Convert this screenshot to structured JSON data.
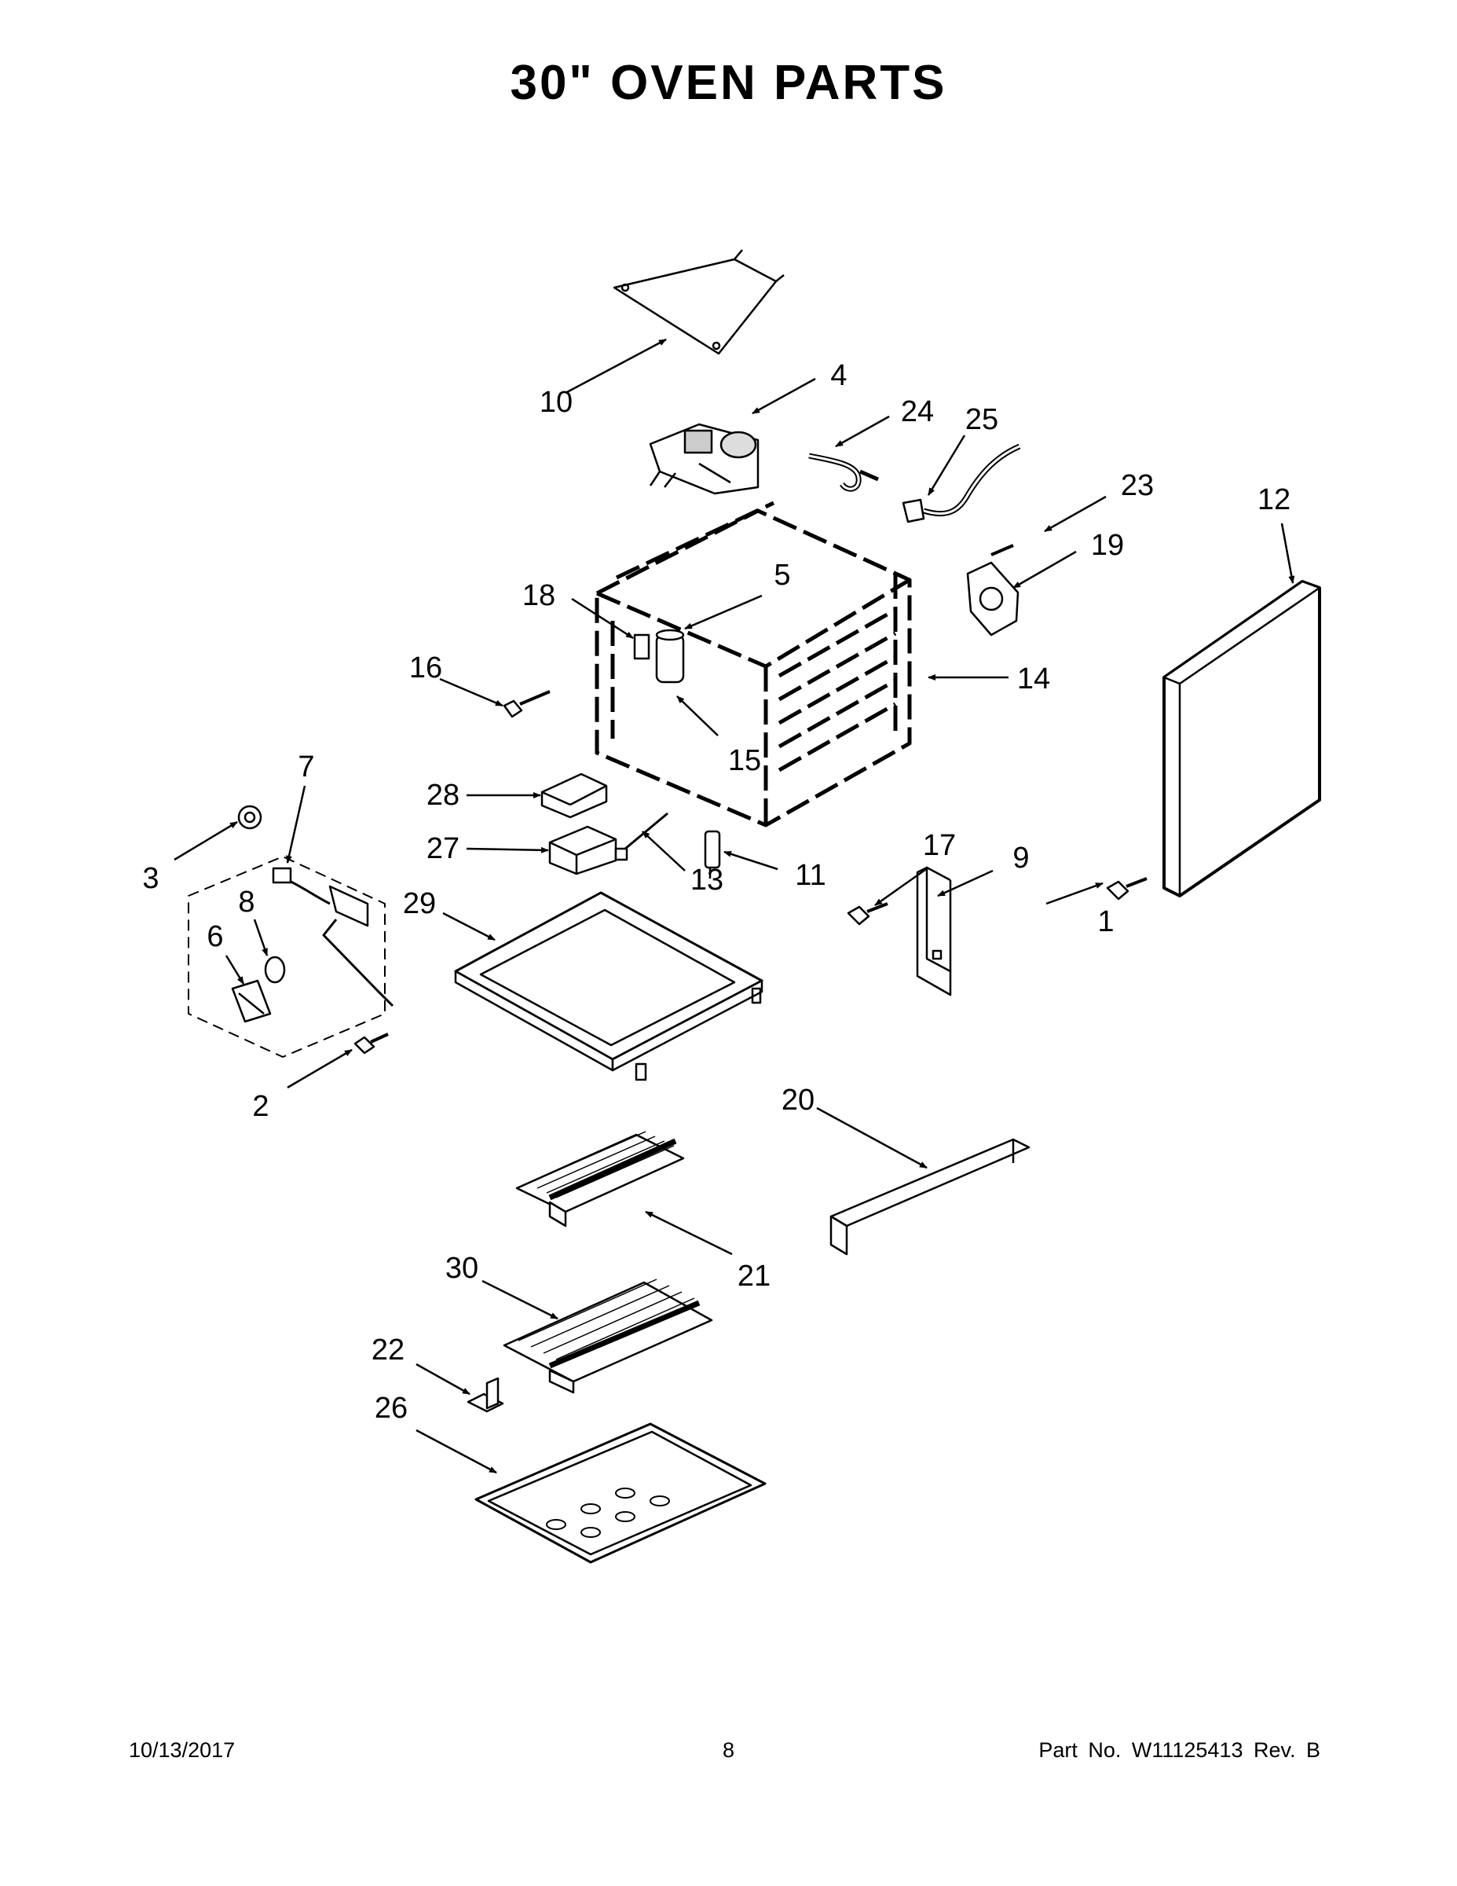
{
  "page": {
    "title": "30\" OVEN PARTS"
  },
  "callouts": [
    {
      "id": "c1",
      "label": "1"
    },
    {
      "id": "c2",
      "label": "2"
    },
    {
      "id": "c3",
      "label": "3"
    },
    {
      "id": "c4",
      "label": "4"
    },
    {
      "id": "c5",
      "label": "5"
    },
    {
      "id": "c6",
      "label": "6"
    },
    {
      "id": "c7",
      "label": "7"
    },
    {
      "id": "c8",
      "label": "8"
    },
    {
      "id": "c9",
      "label": "9"
    },
    {
      "id": "c10",
      "label": "10"
    },
    {
      "id": "c11",
      "label": "11"
    },
    {
      "id": "c12",
      "label": "12"
    },
    {
      "id": "c13",
      "label": "13"
    },
    {
      "id": "c14",
      "label": "14"
    },
    {
      "id": "c15",
      "label": "15"
    },
    {
      "id": "c16",
      "label": "16"
    },
    {
      "id": "c17",
      "label": "17"
    },
    {
      "id": "c18",
      "label": "18"
    },
    {
      "id": "c19",
      "label": "19"
    },
    {
      "id": "c20",
      "label": "20"
    },
    {
      "id": "c21",
      "label": "21"
    },
    {
      "id": "c22",
      "label": "22"
    },
    {
      "id": "c23",
      "label": "23"
    },
    {
      "id": "c24",
      "label": "24"
    },
    {
      "id": "c25",
      "label": "25"
    },
    {
      "id": "c26",
      "label": "26"
    },
    {
      "id": "c27",
      "label": "27"
    },
    {
      "id": "c28",
      "label": "28"
    },
    {
      "id": "c29",
      "label": "29"
    },
    {
      "id": "c30",
      "label": "30"
    }
  ],
  "footer": {
    "date": "10/13/2017",
    "page_number": "8",
    "part_number": "Part No.  W11125413  Rev.  B"
  }
}
